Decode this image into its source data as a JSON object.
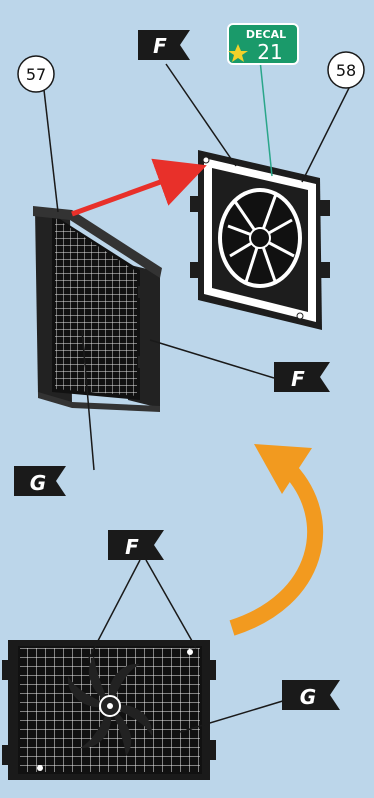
{
  "parts": {
    "p57": "57",
    "p58": "58"
  },
  "flags": {
    "f1": "F",
    "f2": "F",
    "f3": "F",
    "g1": "G",
    "g2": "G"
  },
  "decal": {
    "label": "DECAL",
    "number": "21"
  },
  "colors": {
    "background": "#bcd6ea",
    "arrow_red": "#e8302a",
    "arrow_orange": "#f29a1f",
    "decal_green": "#1a9a6a",
    "flag": "#1a1a1a"
  }
}
